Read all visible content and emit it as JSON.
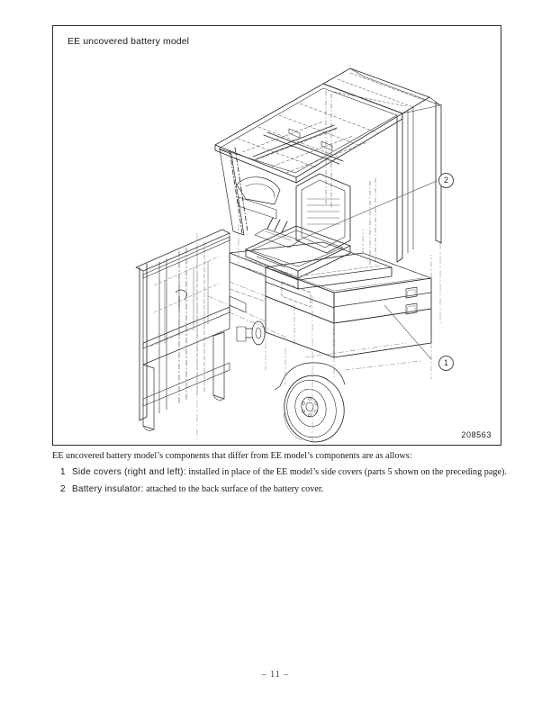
{
  "figure": {
    "title": "EE uncovered battery model",
    "figure_id": "208563",
    "subject": "electric forklift truck isometric line drawing",
    "callouts": [
      {
        "number": "1",
        "refers_to": "side covers (right and left)"
      },
      {
        "number": "2",
        "refers_to": "battery insulator"
      }
    ]
  },
  "caption": {
    "intro": "EE uncovered battery model’s components that differ from EE model’s components are as allows:",
    "items": [
      {
        "number": "1",
        "term": "Side covers (right and left):",
        "description": "installed in place of the EE model’s side covers (parts 5 shown on the preceding page)."
      },
      {
        "number": "2",
        "term": "Battery insulator:",
        "description": "attached to the back surface of the battery cover."
      }
    ]
  },
  "footer": {
    "page_number": "– 11 –"
  },
  "colors": {
    "line": "#2b2b2b",
    "hidden_line": "#8a8a8a",
    "text": "#1a1a1a",
    "background": "#ffffff"
  }
}
